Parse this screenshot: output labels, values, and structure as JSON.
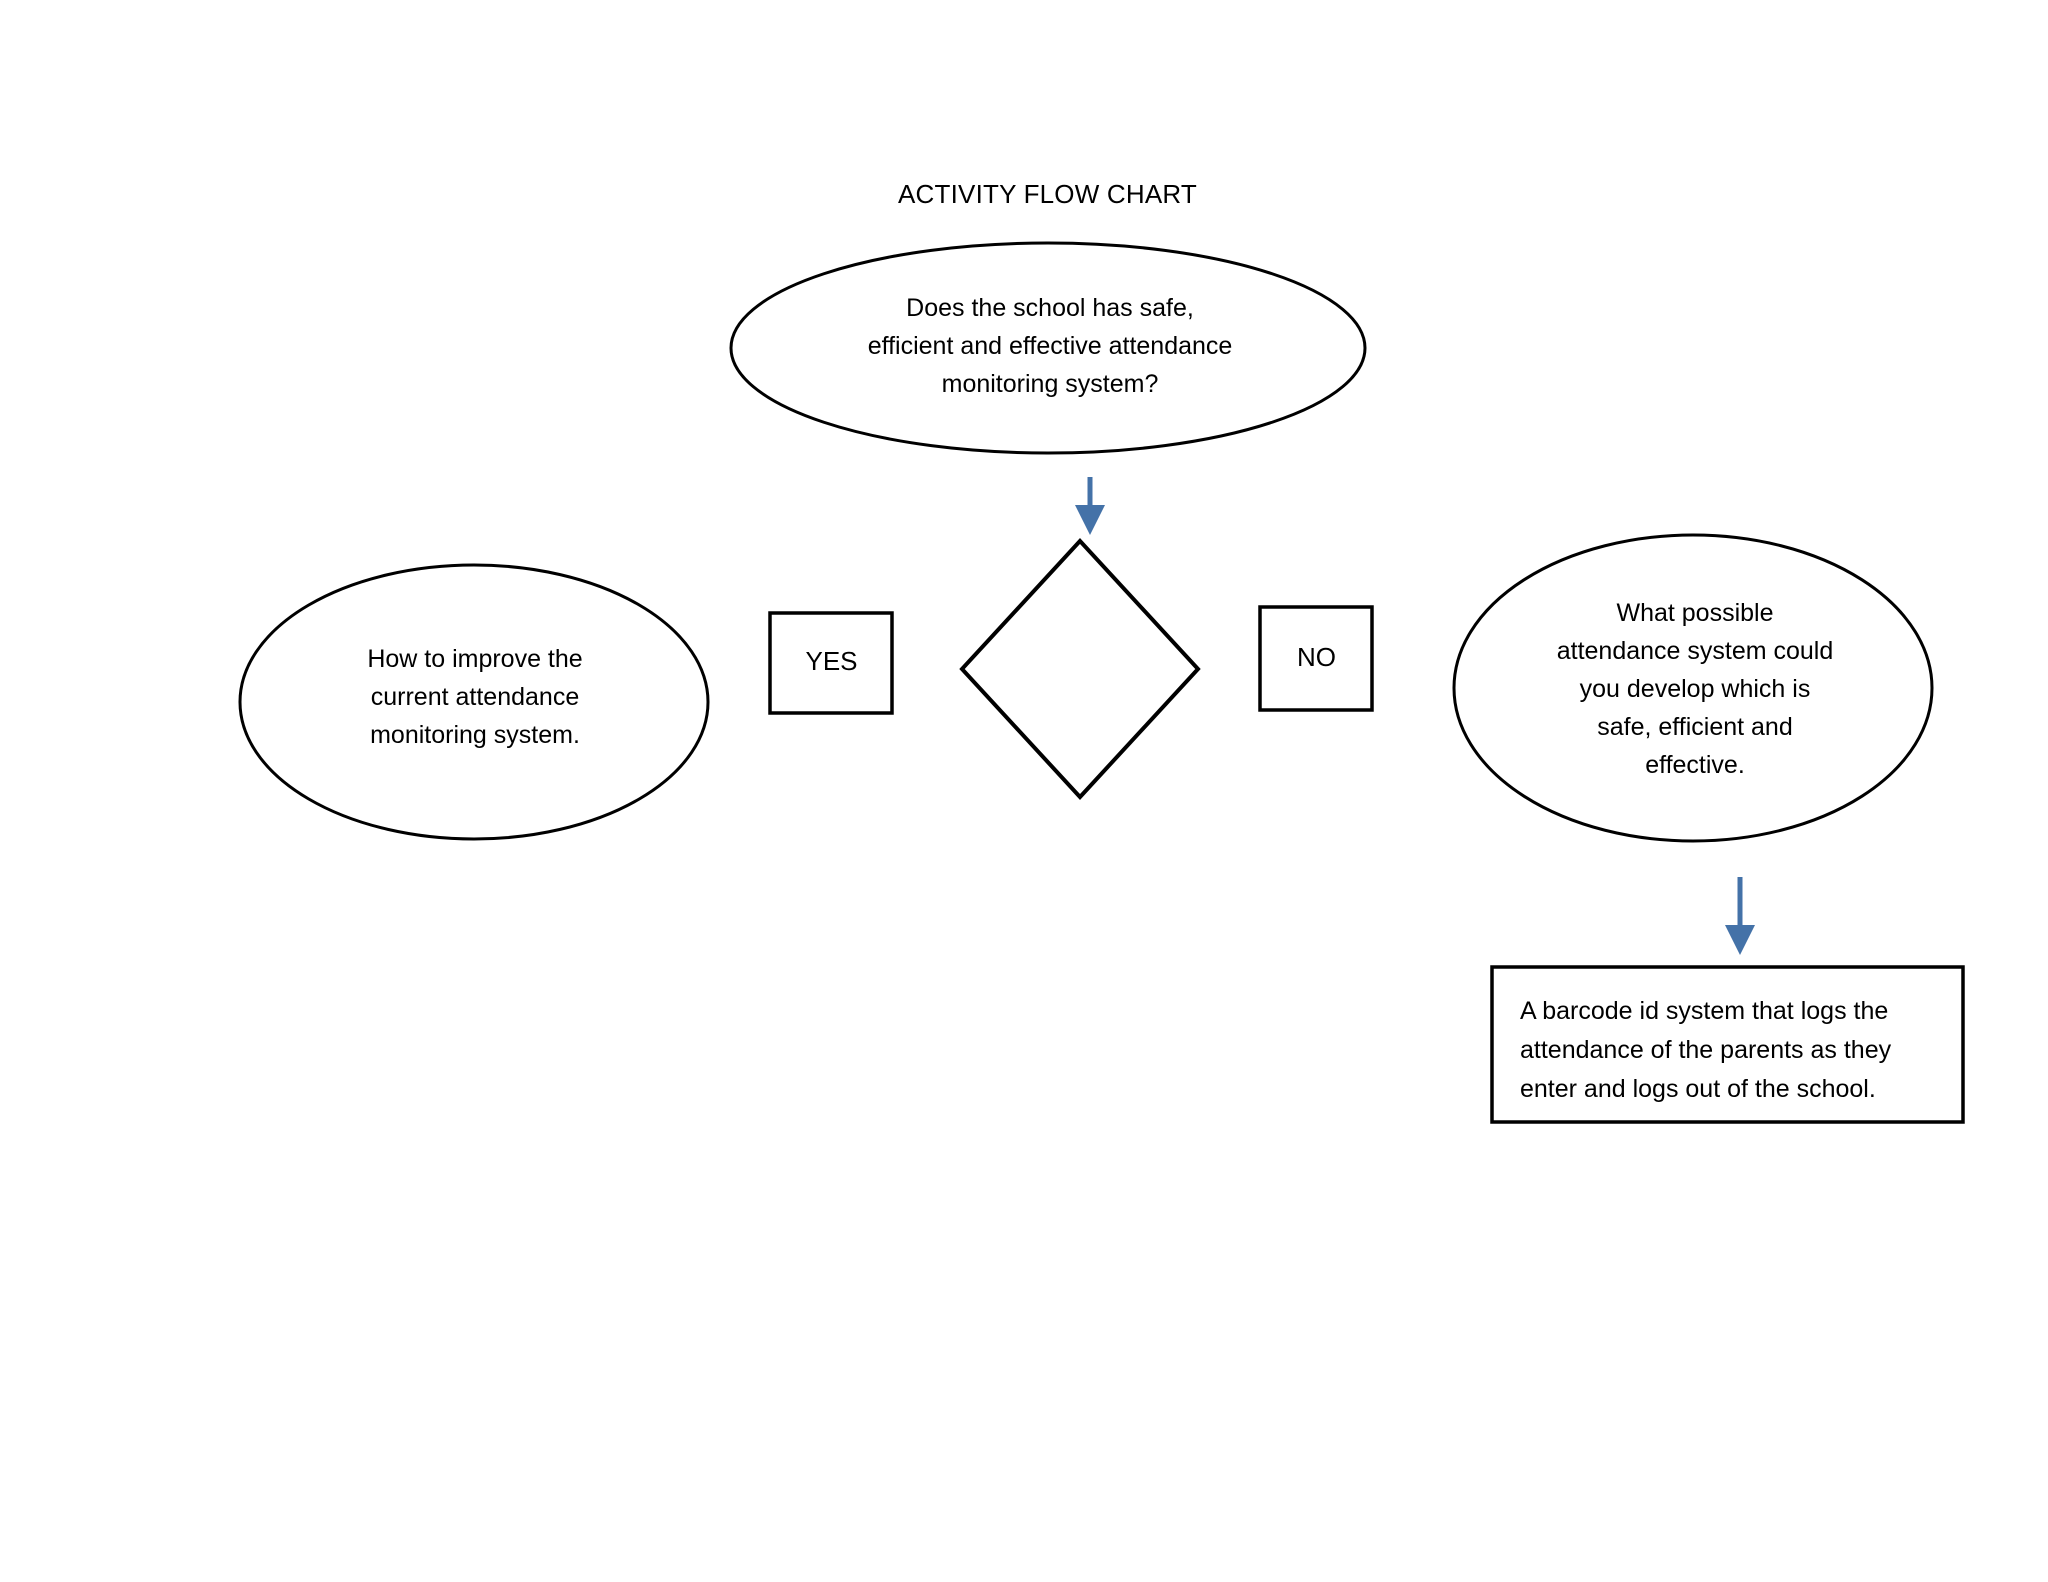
{
  "page": {
    "title": "ACTIVITY FLOW CHART",
    "background_color": "#ffffff",
    "shape_stroke_color": "#000000",
    "arrow_color": "#4472A8",
    "text_color": "#000000"
  },
  "nodes": {
    "question_ellipse": {
      "shape": "ellipse",
      "text": "Does the school has safe,\nefficient and effective attendance\nmonitoring system?"
    },
    "decision_diamond": {
      "shape": "diamond",
      "text": ""
    },
    "yes_box": {
      "shape": "rectangle",
      "text": "YES"
    },
    "no_box": {
      "shape": "rectangle",
      "text": "NO"
    },
    "improve_ellipse": {
      "shape": "ellipse",
      "text": "How to improve the\ncurrent attendance\nmonitoring system."
    },
    "develop_ellipse": {
      "shape": "ellipse",
      "text": "What possible\nattendance system could\nyou develop which is\nsafe, efficient and\neffective."
    },
    "barcode_box": {
      "shape": "rectangle",
      "text": "A barcode id system that logs the\nattendance of the parents as they\nenter and logs out of the school."
    }
  },
  "connectors": [
    {
      "name": "question-to-decision",
      "from": "question_ellipse",
      "to": "decision_diamond",
      "direction": "down",
      "color": "#4472A8"
    },
    {
      "name": "develop-to-barcode",
      "from": "develop_ellipse",
      "to": "barcode_box",
      "direction": "down",
      "color": "#4472A8"
    }
  ],
  "chart_data": {
    "type": "flowchart",
    "title": "ACTIVITY FLOW CHART",
    "nodes": [
      {
        "id": "question_ellipse",
        "shape": "ellipse",
        "label": "Does the school has safe, efficient and effective attendance monitoring system?"
      },
      {
        "id": "decision_diamond",
        "shape": "diamond",
        "label": ""
      },
      {
        "id": "yes_box",
        "shape": "rectangle",
        "label": "YES"
      },
      {
        "id": "no_box",
        "shape": "rectangle",
        "label": "NO"
      },
      {
        "id": "improve_ellipse",
        "shape": "ellipse",
        "label": "How to improve the current attendance monitoring system."
      },
      {
        "id": "develop_ellipse",
        "shape": "ellipse",
        "label": "What possible attendance system could you develop which is safe, efficient and effective."
      },
      {
        "id": "barcode_box",
        "shape": "rectangle",
        "label": "A barcode id system that logs the attendance of the parents as they enter and logs out of the school."
      }
    ],
    "edges": [
      {
        "from": "question_ellipse",
        "to": "decision_diamond",
        "label": "",
        "style": "arrow"
      },
      {
        "from": "develop_ellipse",
        "to": "barcode_box",
        "label": "",
        "style": "arrow"
      }
    ]
  }
}
